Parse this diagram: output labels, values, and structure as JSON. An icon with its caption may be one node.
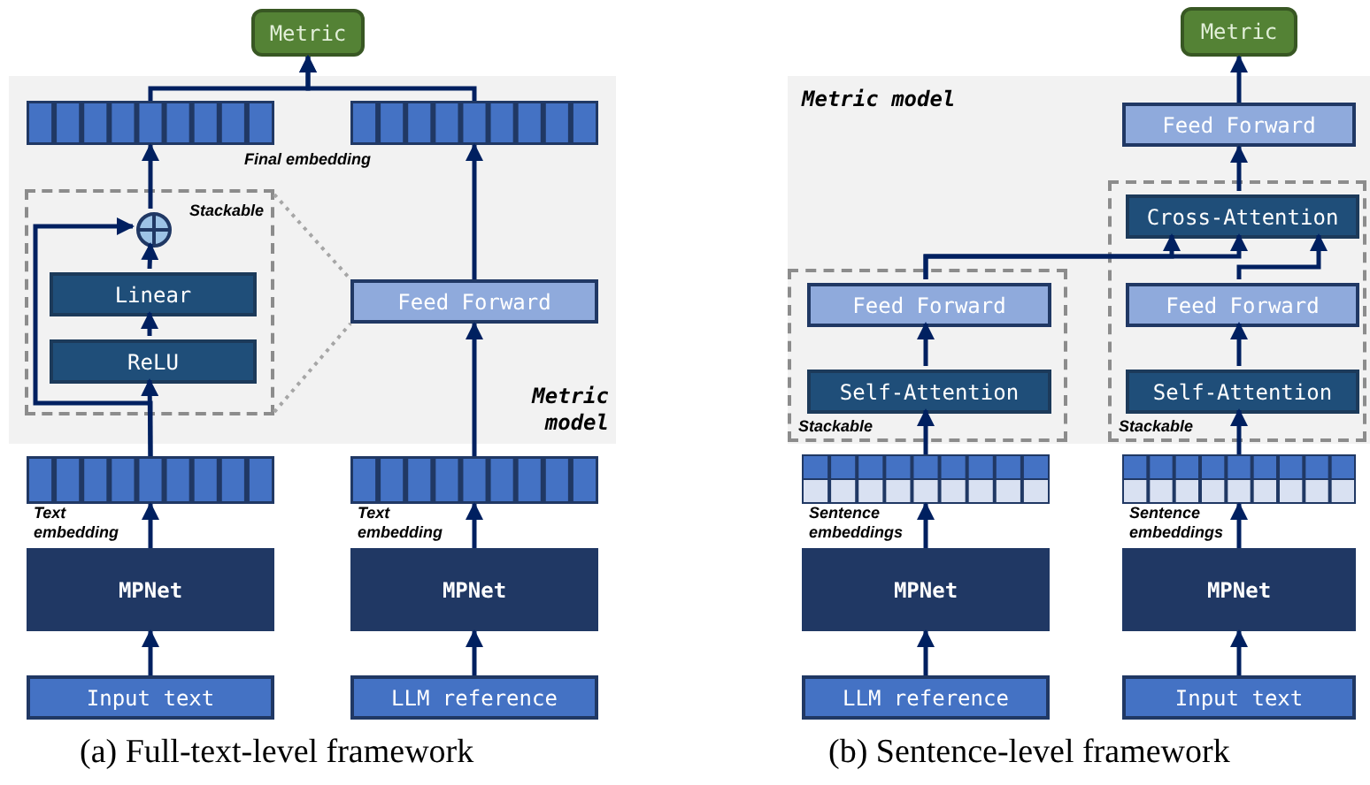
{
  "diagram": {
    "nodes": [
      {
        "text": [
          "Metric"
        ]
      },
      {
        "text": [
          "Metric model"
        ]
      },
      {
        "text": [],
        "shape": "bar",
        "in": 1
      },
      {
        "text": [],
        "shape": "bar",
        "in": 1
      },
      {
        "text": [
          "Stackable"
        ],
        "in": 1
      },
      {
        "text": [],
        "shape": "circle",
        "in": 4
      },
      {
        "text": [
          "Linear"
        ],
        "in": 4
      },
      {
        "text": [
          "ReLU"
        ],
        "in": 4
      },
      {
        "text": [
          "Feed Forward"
        ],
        "in": 1
      },
      {
        "text": [],
        "shape": "bar",
        "beside": [
          "Text embedding"
        ]
      },
      {
        "text": [],
        "shape": "bar",
        "beside": [
          "Text embedding"
        ]
      },
      {
        "text": [
          "MPNet"
        ]
      },
      {
        "text": [
          "MPNet"
        ]
      },
      {
        "text": [
          "Input text"
        ]
      },
      {
        "text": [
          "LLM reference"
        ]
      },
      {
        "text": [
          "Metric"
        ]
      },
      {
        "text": [
          "Metric model"
        ]
      },
      {
        "text": [
          "Stackable"
        ],
        "in": 16
      },
      {
        "text": [
          "Feed Forward"
        ],
        "in": 17
      },
      {
        "text": [
          "Self-Attention"
        ],
        "in": 17
      },
      {
        "text": [
          "Stackable"
        ],
        "in": 16
      },
      {
        "text": [
          "Cross-Attention"
        ],
        "in": 20
      },
      {
        "text": [
          "Feed Forward"
        ],
        "in": 20
      },
      {
        "text": [
          "Self-Attention"
        ],
        "in": 20
      },
      {
        "text": [
          "Feed Forward"
        ],
        "in": 16
      },
      {
        "text": [],
        "shape": "bar",
        "beside": [
          "Sentence embeddings"
        ]
      },
      {
        "text": [],
        "shape": "bar",
        "beside": [
          "Sentence embeddings"
        ]
      },
      {
        "text": [
          "MPNet"
        ]
      },
      {
        "text": [
          "MPNet"
        ]
      },
      {
        "text": [
          "LLM reference"
        ]
      },
      {
        "text": [
          "Input text"
        ]
      }
    ],
    "edges": [
      {
        "from": 13,
        "to": 11,
        "arrow": "to"
      },
      {
        "from": 11,
        "to": 9,
        "arrow": "to"
      },
      {
        "from": 9,
        "to": 7,
        "arrow": "to"
      },
      {
        "from": 9,
        "to": 5,
        "arrow": "to"
      },
      {
        "from": 7,
        "to": 6,
        "arrow": "to"
      },
      {
        "from": 6,
        "to": 5,
        "arrow": "to"
      },
      {
        "from": 5,
        "to": 2,
        "arrow": "to"
      },
      {
        "from": 14,
        "to": 12,
        "arrow": "to"
      },
      {
        "from": 12,
        "to": 10,
        "arrow": "to"
      },
      {
        "from": 10,
        "to": 8,
        "arrow": "to"
      },
      {
        "from": 8,
        "to": 3,
        "arrow": "to"
      },
      {
        "from": 2,
        "to": 0,
        "arrow": "to"
      },
      {
        "from": 3,
        "to": 0,
        "arrow": "to"
      },
      {
        "from": 4,
        "to": 8,
        "arrow": "none",
        "style": "dashed",
        "color": "#a6a6a6"
      },
      {
        "from": 4,
        "to": 8,
        "arrow": "none",
        "style": "dashed",
        "color": "#a6a6a6"
      },
      {
        "from": 29,
        "to": 27,
        "arrow": "to"
      },
      {
        "from": 27,
        "to": 25,
        "arrow": "to"
      },
      {
        "from": 25,
        "to": 19,
        "arrow": "to"
      },
      {
        "from": 19,
        "to": 18,
        "arrow": "to"
      },
      {
        "from": 18,
        "to": 21,
        "arrow": "to"
      },
      {
        "from": 18,
        "to": 21,
        "arrow": "to"
      },
      {
        "from": 22,
        "to": 21,
        "arrow": "to"
      },
      {
        "from": 21,
        "to": 24,
        "arrow": "to"
      },
      {
        "from": 24,
        "to": 15,
        "arrow": "to"
      },
      {
        "from": 30,
        "to": 28,
        "arrow": "to"
      },
      {
        "from": 28,
        "to": 26,
        "arrow": "to"
      },
      {
        "from": 26,
        "to": 23,
        "arrow": "to"
      },
      {
        "from": 23,
        "to": 22,
        "arrow": "to"
      }
    ],
    "labels": [
      "Final embedding",
      "(a) Full-text-level framework",
      "(b) Sentence-level framework"
    ]
  }
}
